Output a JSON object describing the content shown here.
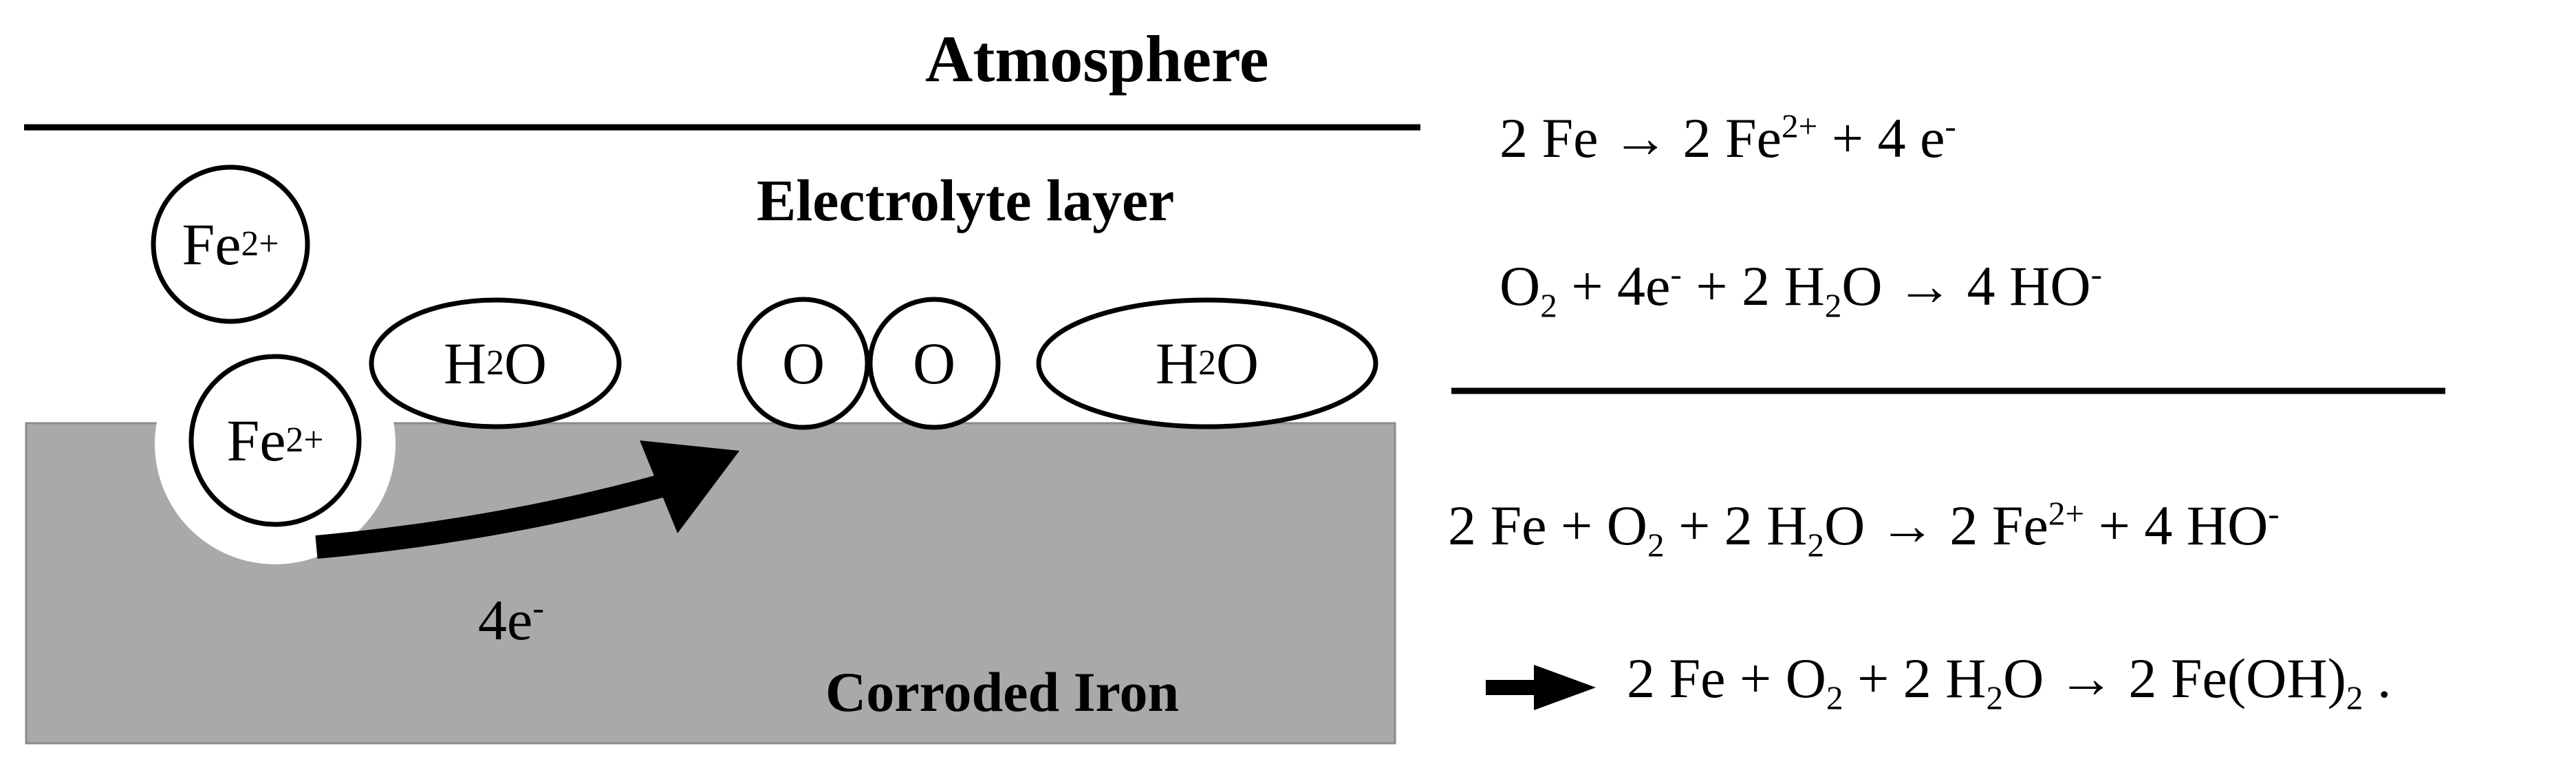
{
  "labels": {
    "atmosphere": "Atmosphere",
    "electrolyte_layer": "Electrolyte layer",
    "corroded_iron": "Corroded Iron",
    "electrons": "4e-",
    "fe_ion_top": "Fe2+",
    "fe_ion_pit": "Fe2+",
    "water_left": "H2O",
    "water_right": "H2O",
    "oxygen_left": "O",
    "oxygen_right": "O"
  },
  "equations": {
    "anodic": "2 Fe → 2 Fe2+ + 4 e-",
    "cathodic": "O2 + 4e- + 2 H2O → 4 HO-",
    "overall": "2 Fe + O2 + 2 H2O → 2 Fe2+ + 4 HO-",
    "product": "2 Fe + O2 + 2 H2O → 2 Fe(OH)2 ."
  },
  "colors": {
    "iron": "#a9a9a9",
    "line": "#000000",
    "background": "#ffffff"
  },
  "icons": {
    "electron_flow": "curved-arrow",
    "result": "right-arrow"
  }
}
